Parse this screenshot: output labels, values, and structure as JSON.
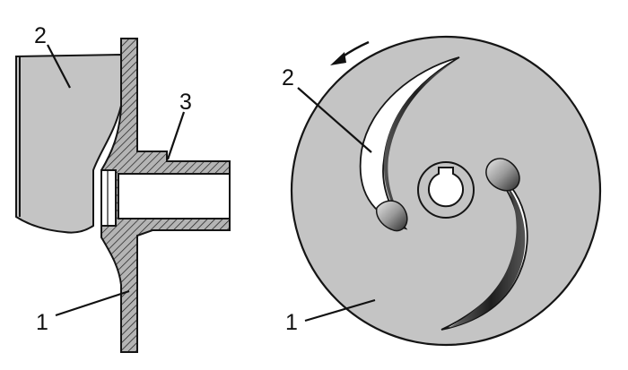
{
  "section_view": {
    "callouts": {
      "c1": "1",
      "c2": "2",
      "c3": "3"
    }
  },
  "face_view": {
    "callouts": {
      "c1": "1",
      "c2": "2"
    }
  },
  "colors": {
    "body_fill": "#c4c4c4",
    "hatch_fill": "#b4b4b4",
    "line": "#151515",
    "background": "#ffffff"
  }
}
